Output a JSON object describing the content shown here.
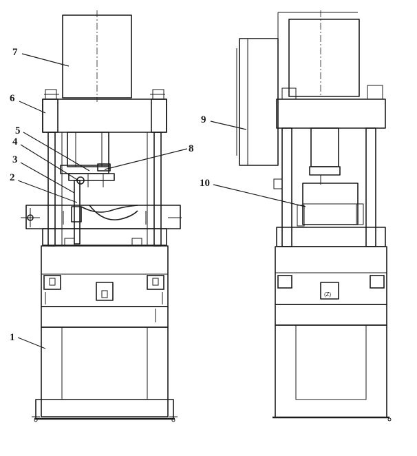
{
  "callouts": [
    {
      "id": "1",
      "label": "1"
    },
    {
      "id": "2",
      "label": "2"
    },
    {
      "id": "3",
      "label": "3"
    },
    {
      "id": "4",
      "label": "4"
    },
    {
      "id": "5",
      "label": "5"
    },
    {
      "id": "6",
      "label": "6"
    },
    {
      "id": "7",
      "label": "7"
    },
    {
      "id": "8",
      "label": "8"
    },
    {
      "id": "9",
      "label": "9"
    },
    {
      "id": "10",
      "label": "10"
    }
  ],
  "small_mark": "(Z)"
}
